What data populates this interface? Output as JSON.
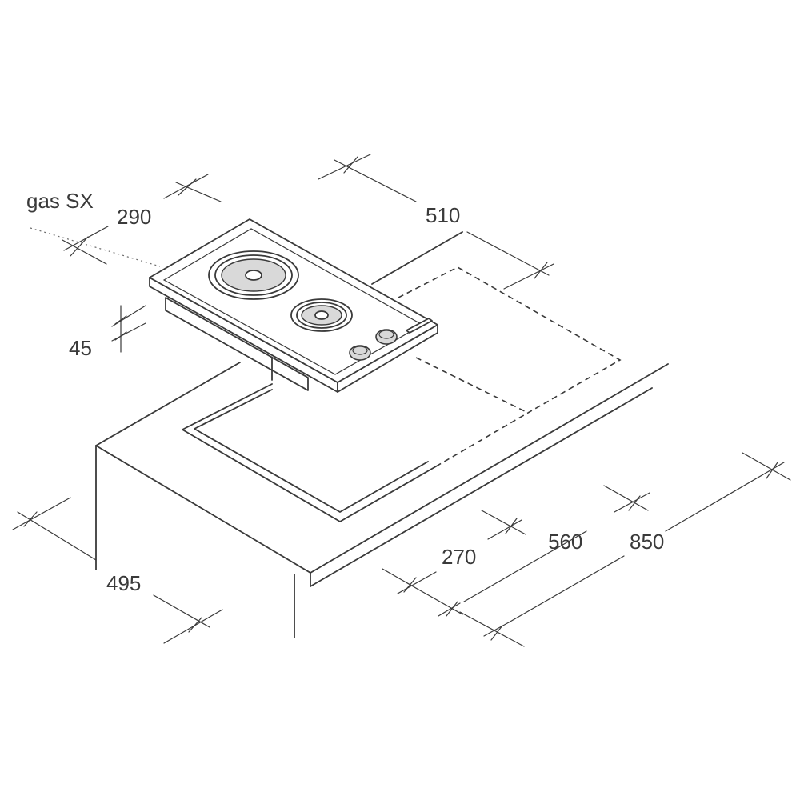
{
  "diagram": {
    "label_model": "gas SX",
    "dimensions": {
      "hob_width": "290",
      "hob_depth": "510",
      "hob_height": "45",
      "cutout_depth": "495",
      "cutout_offset": "270",
      "worktop_depth": "560",
      "cabinet_width": "850"
    }
  }
}
